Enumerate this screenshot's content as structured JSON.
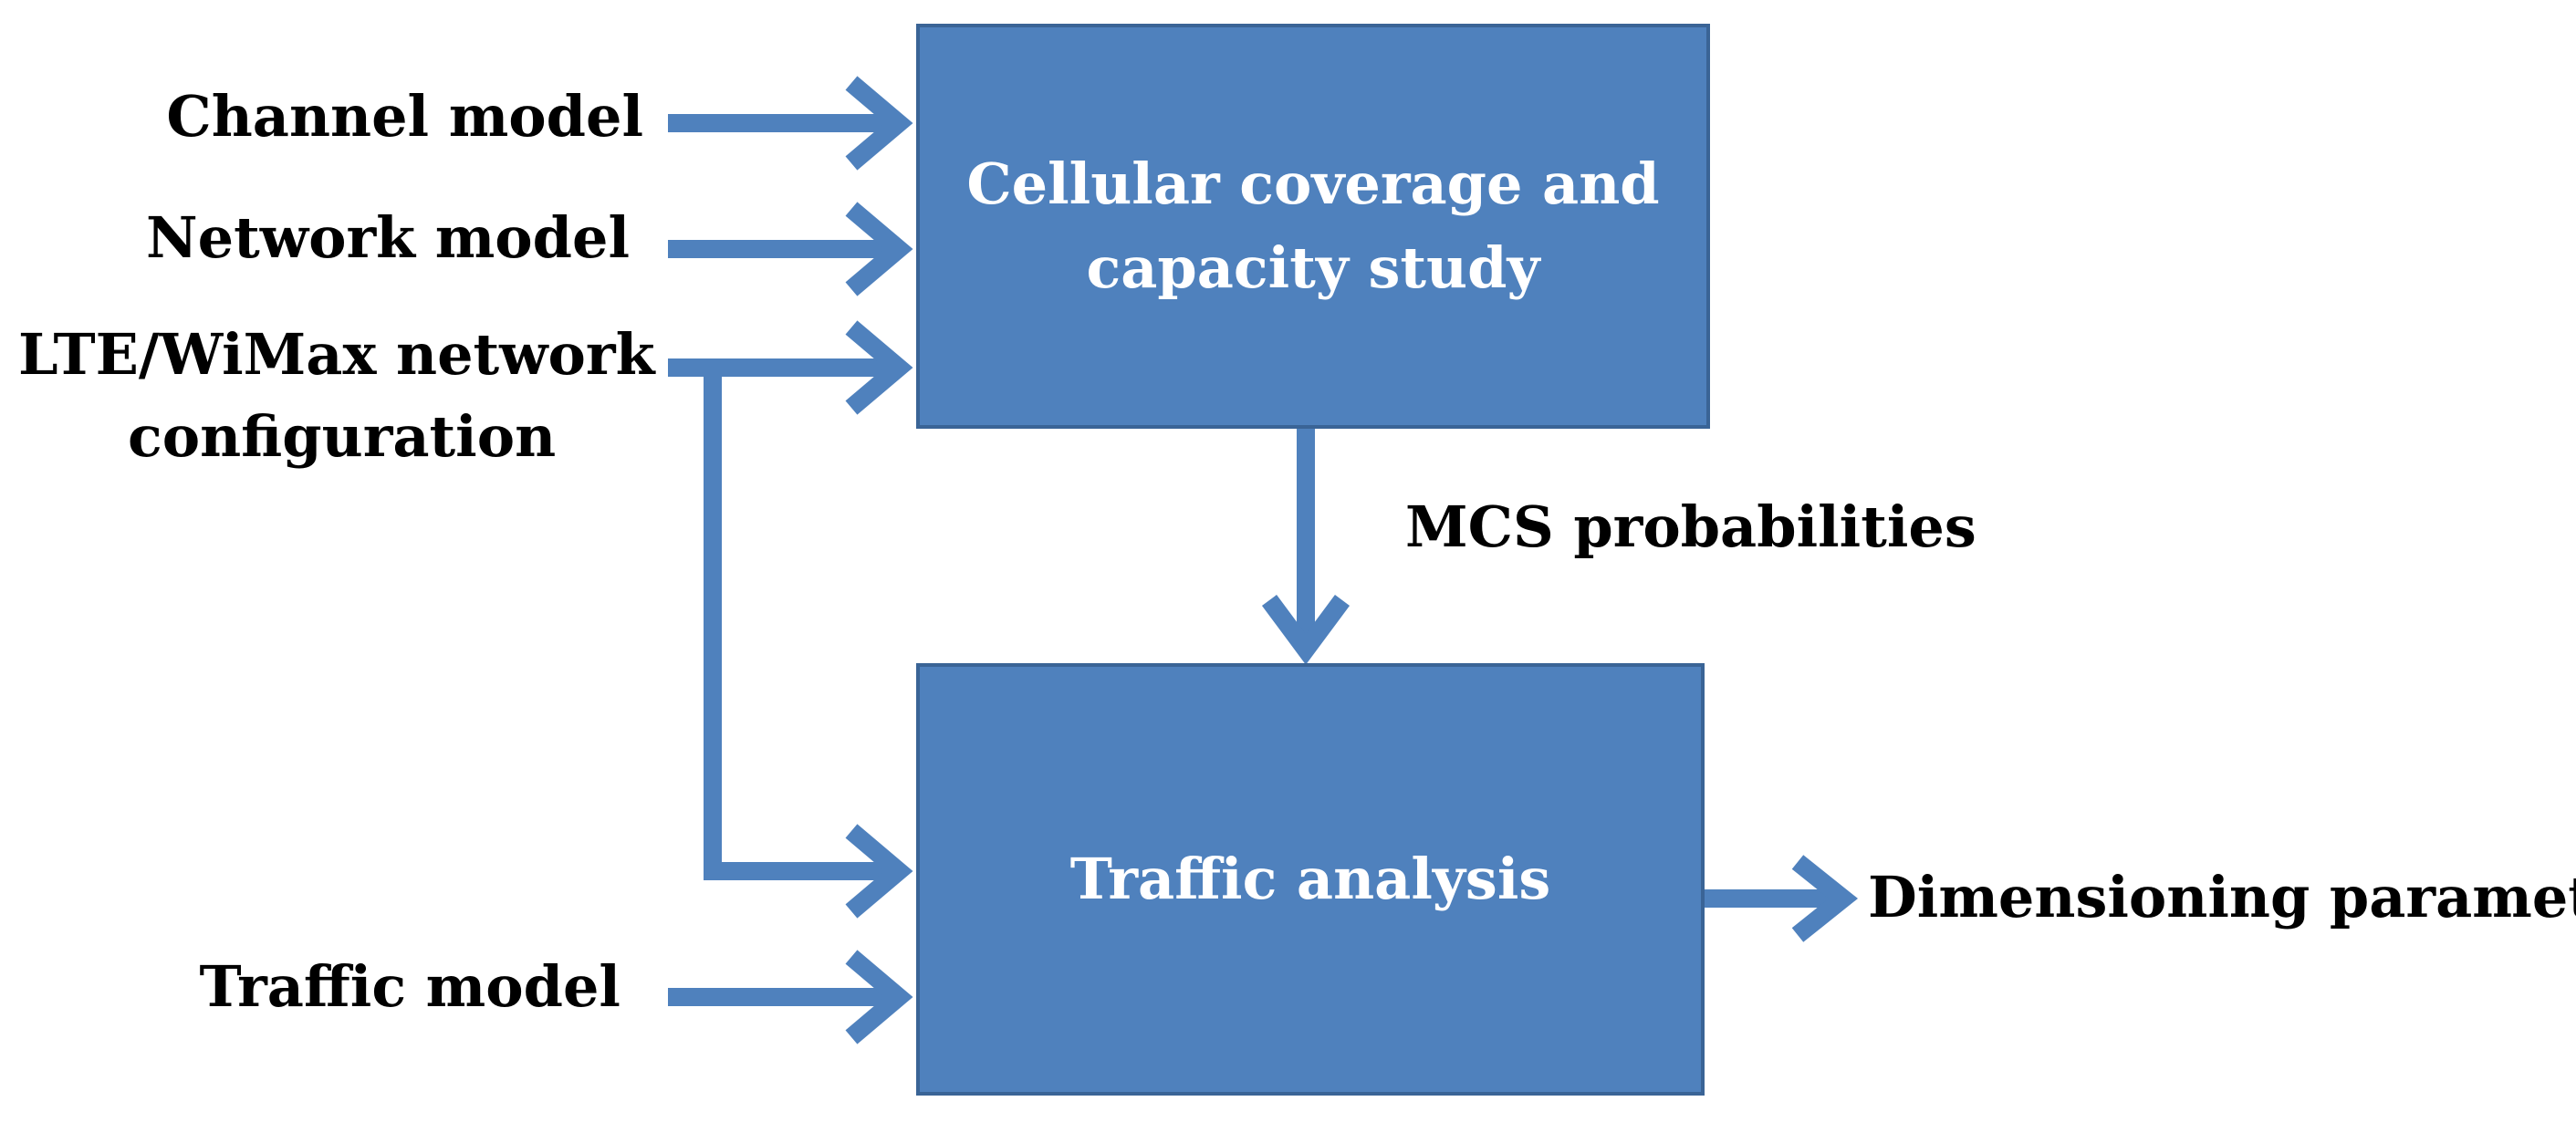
{
  "colors": {
    "box_fill": "#4f81bd",
    "box_border": "#3a6496",
    "arrow": "#4f81bd",
    "box_text": "#ffffff",
    "label_text": "#000000"
  },
  "boxes": {
    "coverage": {
      "text": "Cellular coverage and\ncapacity study"
    },
    "traffic": {
      "text": "Traffic analysis"
    }
  },
  "inputs": {
    "channel_model": "Channel model",
    "network_model": "Network model",
    "lte_config_line1": "LTE/WiMax network",
    "lte_config_line2": "configuration",
    "traffic_model": "Traffic model"
  },
  "edges": {
    "mcs": "MCS probabilities",
    "output": "Dimensioning parameters"
  }
}
